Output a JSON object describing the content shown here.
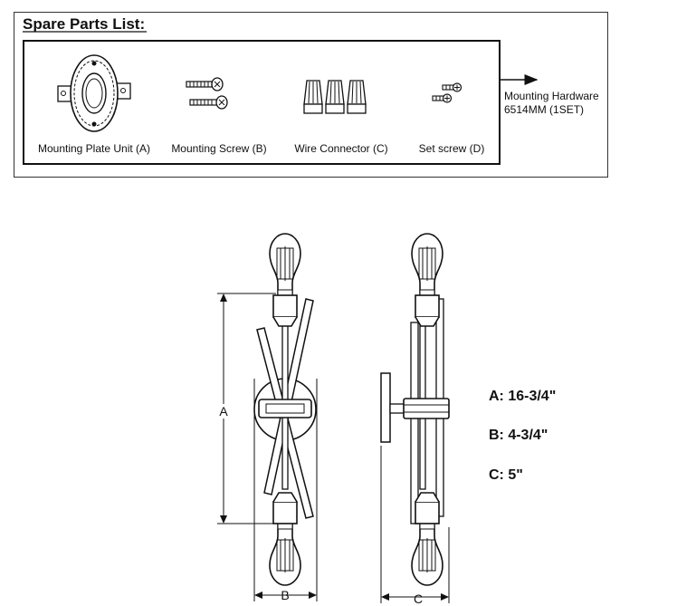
{
  "spare_parts": {
    "title": "Spare Parts List:",
    "parts": [
      {
        "label": "Mounting Plate Unit (A)"
      },
      {
        "label": "Mounting Screw (B)"
      },
      {
        "label": "Wire Connector (C)"
      },
      {
        "label": "Set screw (D)"
      }
    ],
    "hardware_line1": "Mounting Hardware",
    "hardware_line2": "6514MM (1SET)"
  },
  "dimension_letters": {
    "a": "A",
    "b": "B",
    "c": "C"
  },
  "dimensions": [
    {
      "text": "A: 16-3/4\""
    },
    {
      "text": "B: 4-3/4\""
    },
    {
      "text": "C: 5\""
    }
  ]
}
